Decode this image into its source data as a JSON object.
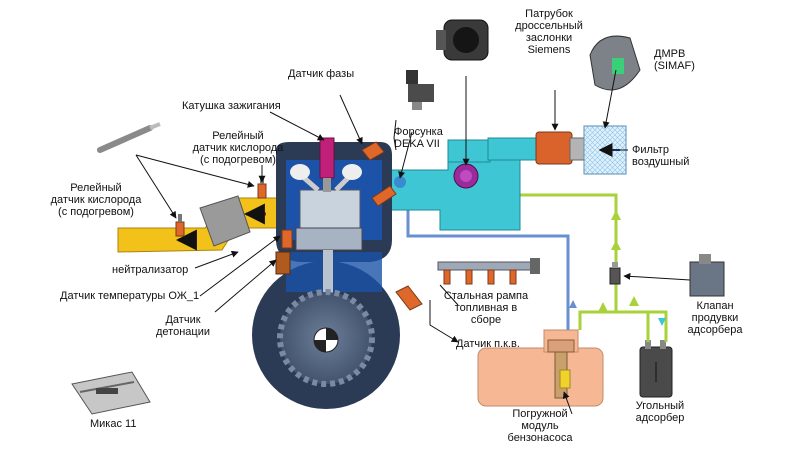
{
  "labels": {
    "throttle": "Патрубок\nдроссельный\nзаслонки\nSiemens",
    "maf": "ДМРВ\n(SIMAF)",
    "phase_sensor": "Датчик фазы",
    "ignition_coil": "Катушка зажигания",
    "injector": "Форсунка\nDEKA VII",
    "air_filter": "Фильтр\nвоздушный",
    "o2_sensor_upper": "Релейный\nдатчик кислорода\n(с подогревом)",
    "o2_sensor_lower": "Релейный\nдатчик кислорода\n(с подогревом)",
    "catalyst": "нейтрализатор",
    "coolant_temp_sensor": "Датчик температуры ОЖ_1",
    "knock_sensor": "Датчик\nдетонации",
    "fuel_rail": "Стальная рампа\nтопливная в\nсборе",
    "crank_sensor": "Датчик п.к.в.",
    "purge_valve": "Клапан\nпродувки\nадсорбера",
    "fuel_pump_module": "Погружной\nмодуль\nбензонасоса",
    "canister": "Угольный\nадсорбер",
    "ecu": "Микас 11"
  },
  "colors": {
    "intake": "#3ec6d4",
    "exhaust": "#f2c21a",
    "fuel_line": "#6a8fd0",
    "vapor_line": "#a8d13a",
    "engine_dark": "#2b3a55",
    "engine_water": "#1c52a8",
    "fuel_tank": "#f6b894",
    "connector": "#e0672a",
    "coil": "#c0207a"
  }
}
